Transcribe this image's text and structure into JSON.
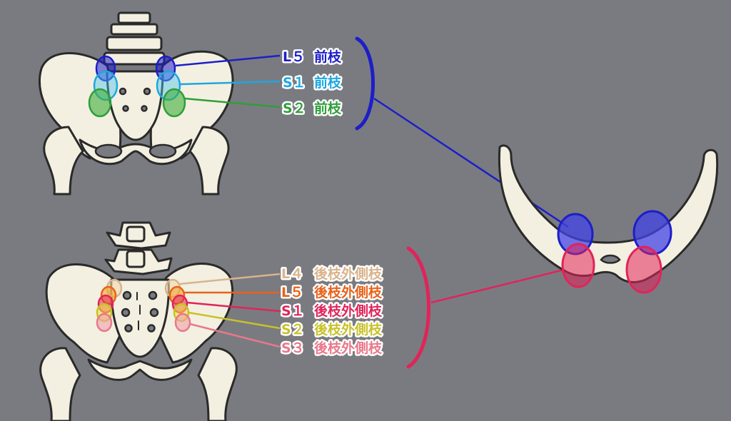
{
  "anterior": {
    "labels": [
      {
        "seg": "L５",
        "branch": "前枝",
        "color": "#1d1ec8"
      },
      {
        "seg": "S１",
        "branch": "前枝",
        "color": "#1ea7e0"
      },
      {
        "seg": "S２",
        "branch": "前枝",
        "color": "#2f9e3a"
      }
    ],
    "bracket_color": "#1d1ec8"
  },
  "posterior": {
    "labels": [
      {
        "seg": "L４",
        "branch": "後枝外側枝",
        "color": "#d8b48c"
      },
      {
        "seg": "L５",
        "branch": "後枝外側枝",
        "color": "#e8621a"
      },
      {
        "seg": "S１",
        "branch": "後枝外側枝",
        "color": "#e0245a"
      },
      {
        "seg": "S２",
        "branch": "後枝外側枝",
        "color": "#c8c22a"
      },
      {
        "seg": "S３",
        "branch": "後枝外側枝",
        "color": "#e8788a"
      }
    ],
    "bracket_color": "#e0245a"
  },
  "zones": {
    "blue": "#4343e6",
    "red": "#e0245a"
  }
}
